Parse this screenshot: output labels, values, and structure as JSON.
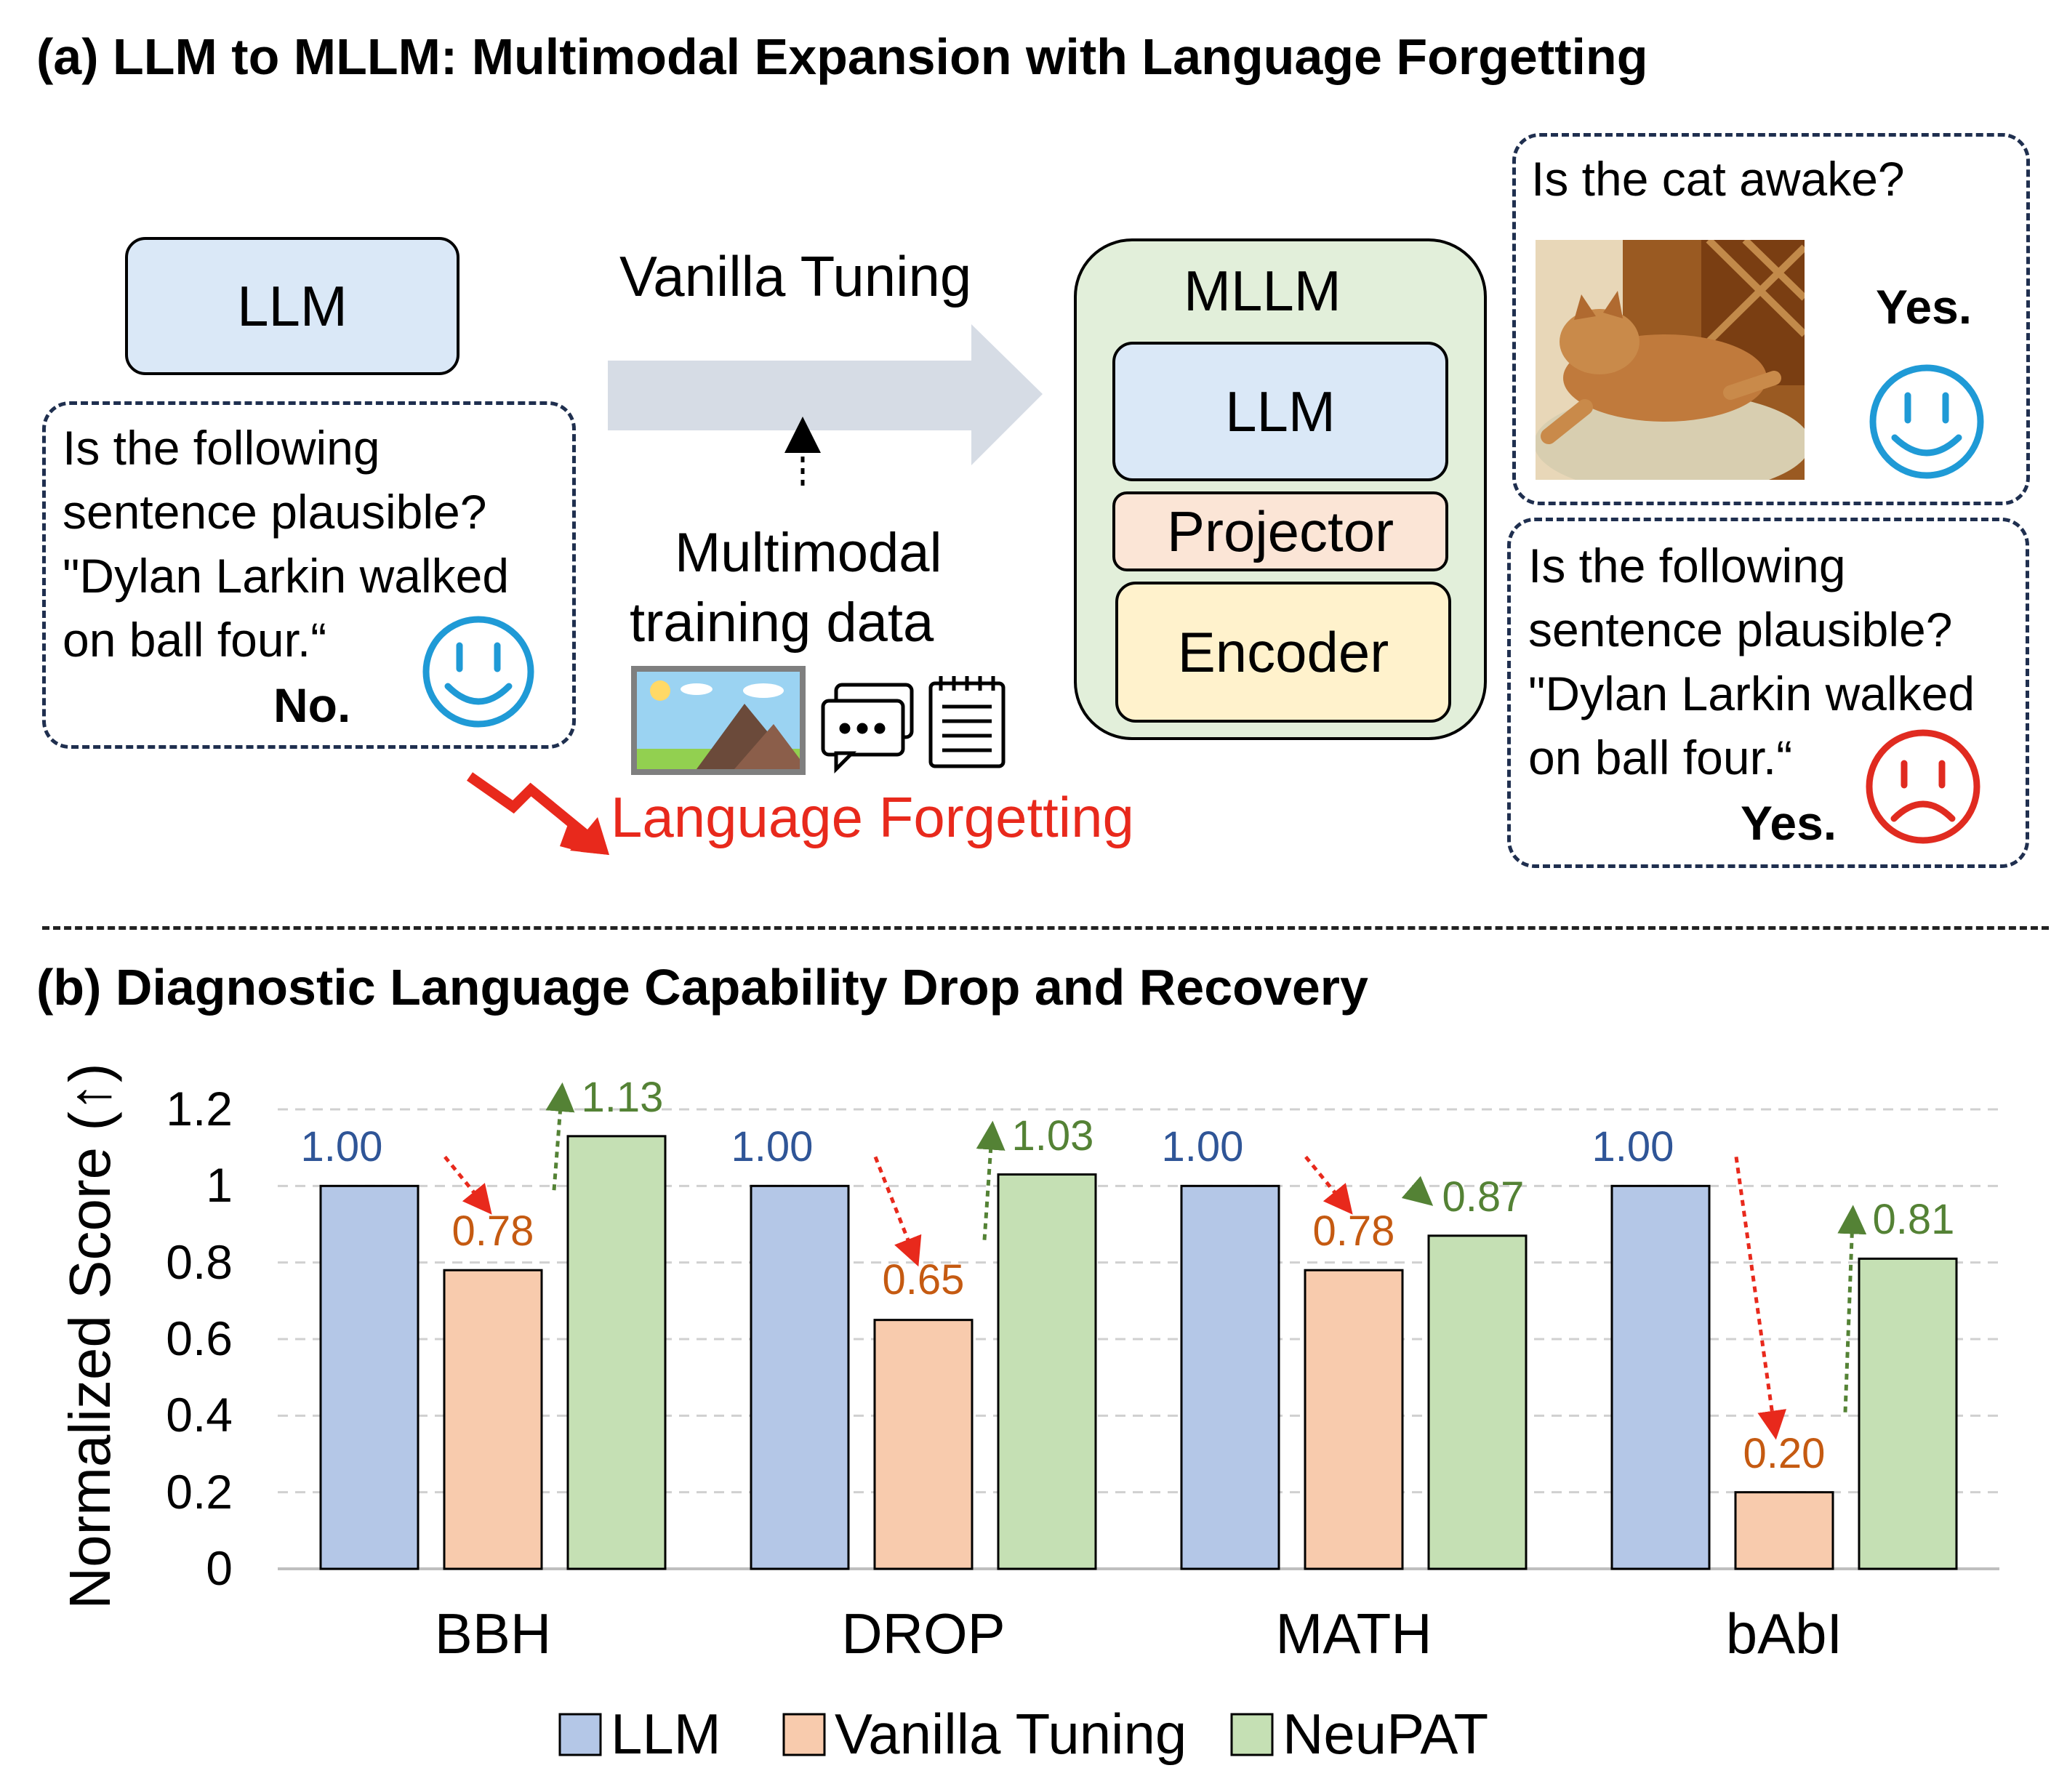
{
  "colors": {
    "llm_fill": "#b4c7e7",
    "vanilla_fill": "#f8cbad",
    "neupat_fill": "#c5e0b4",
    "llm_label": "#2f5597",
    "vanilla_label": "#c55a11",
    "neupat_label": "#548235",
    "red": "#e8291c",
    "smile_blue": "#1f9ad6",
    "frown_red": "#e02b20",
    "box_blue": "#dae8f7",
    "box_green": "#e2efda",
    "box_pink": "#fbe5d6",
    "box_yellow": "#fff2cc"
  },
  "part_a": {
    "title": "(a) LLM to MLLM: Multimodal Expansion with Language Forgetting",
    "llm_box": "LLM",
    "left_question": [
      "Is the following",
      "sentence plausible?",
      "\"Dylan Larkin walked",
      "on ball four.“"
    ],
    "left_answer": "No.",
    "arrow_label": "Vanilla Tuning",
    "training_label": [
      "Multimodal",
      "training data"
    ],
    "forgetting_label": "Language Forgetting",
    "mllm": {
      "title": "MLLM",
      "llm": "LLM",
      "projector": "Projector",
      "encoder": "Encoder"
    },
    "cat_question": "Is the cat awake?",
    "cat_answer": "Yes.",
    "right_question": [
      "Is the following",
      "sentence plausible?",
      "\"Dylan Larkin walked",
      "on ball four.“"
    ],
    "right_answer": "Yes.",
    "icons": [
      "smiley-face-icon",
      "image-icon",
      "chat-icon",
      "notepad-icon",
      "sad-face-icon",
      "cat-photo"
    ]
  },
  "part_b": {
    "title": "(b) Diagnostic Language Capability Drop and Recovery"
  },
  "chart_data": {
    "type": "bar",
    "categories": [
      "BBH",
      "DROP",
      "MATH",
      "bAbI"
    ],
    "series": [
      {
        "name": "LLM",
        "values": [
          1.0,
          1.0,
          1.0,
          1.0
        ],
        "labels": [
          "1.00",
          "1.00",
          "1.00",
          "1.00"
        ]
      },
      {
        "name": "Vanilla Tuning",
        "values": [
          0.78,
          0.65,
          0.78,
          0.2
        ],
        "labels": [
          "0.78",
          "0.65",
          "0.78",
          "0.20"
        ]
      },
      {
        "name": "NeuPAT",
        "values": [
          1.13,
          1.03,
          0.87,
          0.81
        ],
        "labels": [
          "1.13",
          "1.03",
          "0.87",
          "0.81"
        ]
      }
    ],
    "ylabel": "Normalized Score (↑)",
    "xlabel": "",
    "ylim": [
      0,
      1.2
    ],
    "yticks": [
      "0",
      "0.2",
      "0.4",
      "0.6",
      "0.8",
      "1",
      "1.2"
    ],
    "ytick_values": [
      0,
      0.2,
      0.4,
      0.6,
      0.8,
      1.0,
      1.2
    ],
    "grid": true,
    "legend_position": "bottom"
  }
}
